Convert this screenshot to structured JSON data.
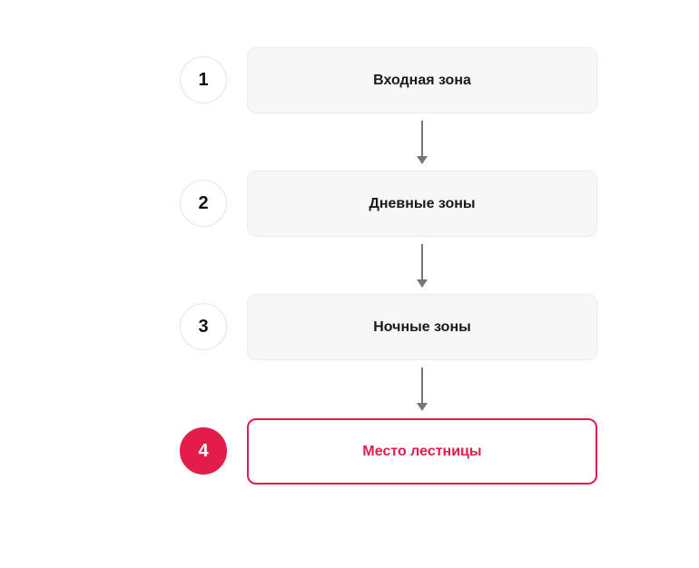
{
  "steps": [
    {
      "number": "1",
      "label": "Входная зона"
    },
    {
      "number": "2",
      "label": "Дневные зоны"
    },
    {
      "number": "3",
      "label": "Ночные зоны"
    },
    {
      "number": "4",
      "label": "Место лестницы"
    }
  ],
  "active_step": 4,
  "colors": {
    "accent": "#e31c4b",
    "box_background": "#f7f7f7",
    "box_border": "#ececec",
    "circle_border": "#e4e4e4",
    "arrow": "#777777",
    "text": "#1a1a1a"
  }
}
